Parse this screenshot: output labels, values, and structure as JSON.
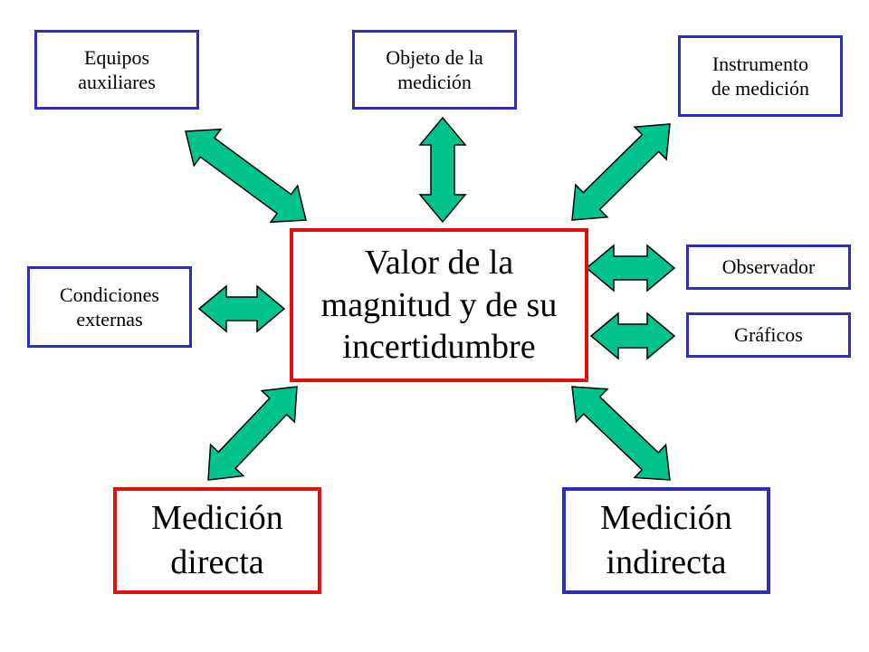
{
  "colors": {
    "arrow_fill": "#00c48c",
    "arrow_stroke": "#000000",
    "blue_border": "#2e2eb8",
    "red_border": "#e01010"
  },
  "diagram": {
    "center": {
      "text": "Valor de la\nmagnitud y de su\nincertidumbre"
    },
    "nodes": {
      "equipos": {
        "text": "Equipos\nauxiliares"
      },
      "objeto": {
        "text": "Objeto de la\nmedición"
      },
      "instrumento": {
        "text": "Instrumento\nde medición"
      },
      "condiciones": {
        "text": "Condiciones\nexternas"
      },
      "observador": {
        "text": "Observador"
      },
      "graficos": {
        "text": "Gráficos"
      },
      "directa": {
        "text": "Medición\ndirecta"
      },
      "indirecta": {
        "text": "Medición\nindirecta"
      }
    },
    "connectors": [
      {
        "name": "arrow-equipos",
        "icon": "double-arrow-icon"
      },
      {
        "name": "arrow-objeto",
        "icon": "double-arrow-icon"
      },
      {
        "name": "arrow-instrumento",
        "icon": "double-arrow-icon"
      },
      {
        "name": "arrow-condiciones",
        "icon": "double-arrow-icon"
      },
      {
        "name": "arrow-observador",
        "icon": "double-arrow-icon"
      },
      {
        "name": "arrow-graficos",
        "icon": "double-arrow-icon"
      },
      {
        "name": "arrow-directa",
        "icon": "double-arrow-icon"
      },
      {
        "name": "arrow-indirecta",
        "icon": "double-arrow-icon"
      }
    ]
  }
}
